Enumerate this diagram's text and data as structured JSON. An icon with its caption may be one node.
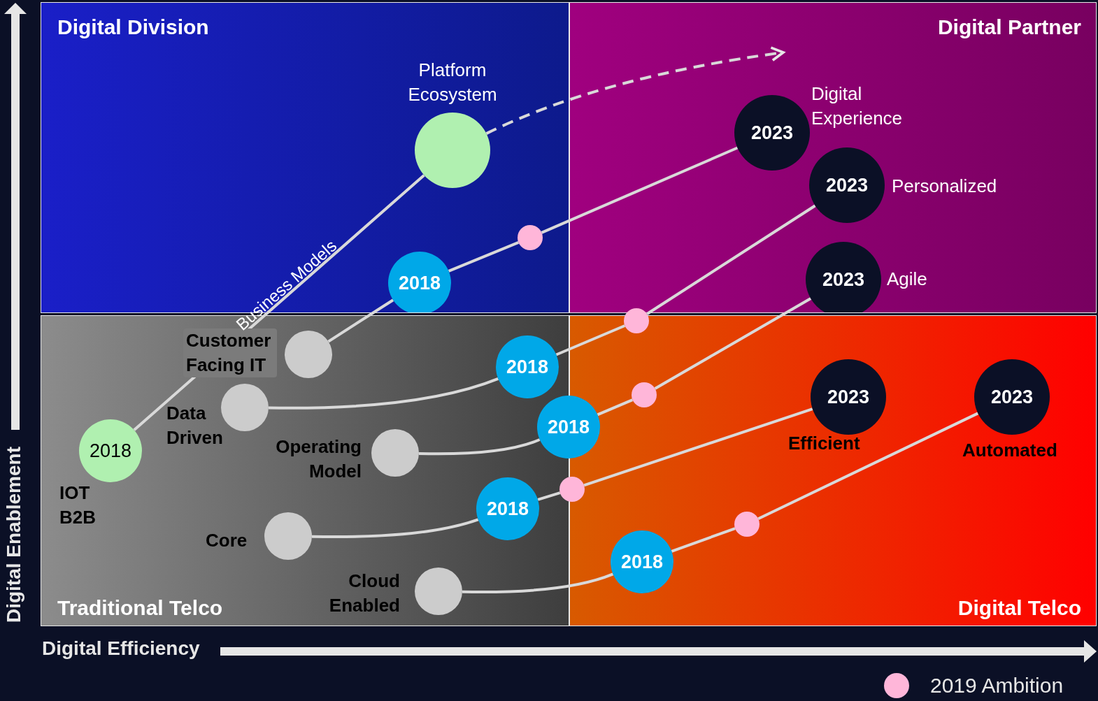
{
  "diagram": {
    "nodes": [
      {
        "text": [
          "Digital Division"
        ]
      },
      {
        "text": [
          "Digital Partner"
        ]
      },
      {
        "text": [
          "Traditional Telco"
        ]
      },
      {
        "text": [
          "Digital Telco"
        ]
      },
      {
        "text": [
          "2018"
        ],
        "in": 2,
        "beside": [
          "IOT B2B"
        ]
      },
      {
        "text": [],
        "shape": "circle",
        "in": 0,
        "beside": [
          "Platform Ecosystem"
        ]
      },
      {
        "text": [],
        "shape": "circle",
        "in": 2,
        "beside": [
          "Customer Facing IT"
        ]
      },
      {
        "text": [
          "2018"
        ],
        "in": 0
      },
      {
        "text": [],
        "shape": "circle",
        "in": 0
      },
      {
        "text": [
          "2023"
        ],
        "in": 1,
        "beside": [
          "Digital Experience"
        ]
      },
      {
        "text": [],
        "shape": "circle",
        "in": 2,
        "beside": [
          "Data Driven"
        ]
      },
      {
        "text": [
          "2018"
        ],
        "in": 2
      },
      {
        "text": [],
        "shape": "circle"
      },
      {
        "text": [
          "2023"
        ],
        "in": 1,
        "beside": [
          "Personalized"
        ]
      },
      {
        "text": [],
        "shape": "circle",
        "in": 2,
        "beside": [
          "Operating Model"
        ]
      },
      {
        "text": [
          "2018"
        ]
      },
      {
        "text": [],
        "shape": "circle",
        "in": 3
      },
      {
        "text": [
          "2023"
        ],
        "in": 1,
        "beside": [
          "Agile"
        ]
      },
      {
        "text": [],
        "shape": "circle",
        "in": 2,
        "beside": [
          "Core"
        ]
      },
      {
        "text": [
          "2018"
        ],
        "in": 2
      },
      {
        "text": [],
        "shape": "circle"
      },
      {
        "text": [
          "2023"
        ],
        "in": 3,
        "beside": [
          "Efficient"
        ]
      },
      {
        "text": [],
        "shape": "circle",
        "in": 2,
        "beside": [
          "Cloud Enabled"
        ]
      },
      {
        "text": [
          "2018"
        ],
        "in": 3
      },
      {
        "text": [],
        "shape": "circle",
        "in": 3
      },
      {
        "text": [
          "2023"
        ],
        "in": 3,
        "beside": [
          "Automated"
        ]
      }
    ],
    "edges": [
      {
        "from": 4,
        "to": 5,
        "arrow": "none",
        "label": "Business Models"
      },
      {
        "from": 5,
        "to": null,
        "arrow": "to",
        "style": "dashed"
      },
      {
        "from": 6,
        "to": 7,
        "arrow": "none"
      },
      {
        "from": 7,
        "to": 8,
        "arrow": "none"
      },
      {
        "from": 8,
        "to": 9,
        "arrow": "none"
      },
      {
        "from": 10,
        "to": 11,
        "arrow": "none"
      },
      {
        "from": 11,
        "to": 12,
        "arrow": "none"
      },
      {
        "from": 12,
        "to": 13,
        "arrow": "none"
      },
      {
        "from": 14,
        "to": 15,
        "arrow": "none"
      },
      {
        "from": 15,
        "to": 16,
        "arrow": "none"
      },
      {
        "from": 16,
        "to": 17,
        "arrow": "none"
      },
      {
        "from": 18,
        "to": 19,
        "arrow": "none"
      },
      {
        "from": 19,
        "to": 20,
        "arrow": "none"
      },
      {
        "from": 20,
        "to": 21,
        "arrow": "none"
      },
      {
        "from": 22,
        "to": 23,
        "arrow": "none"
      },
      {
        "from": 23,
        "to": 24,
        "arrow": "none"
      },
      {
        "from": 24,
        "to": 25,
        "arrow": "none"
      }
    ],
    "labels": [
      "Digital Enablement",
      "Digital Efficiency"
    ],
    "legend": [
      {
        "text": "2019 Ambition",
        "color": "#ffb6d9"
      }
    ]
  }
}
